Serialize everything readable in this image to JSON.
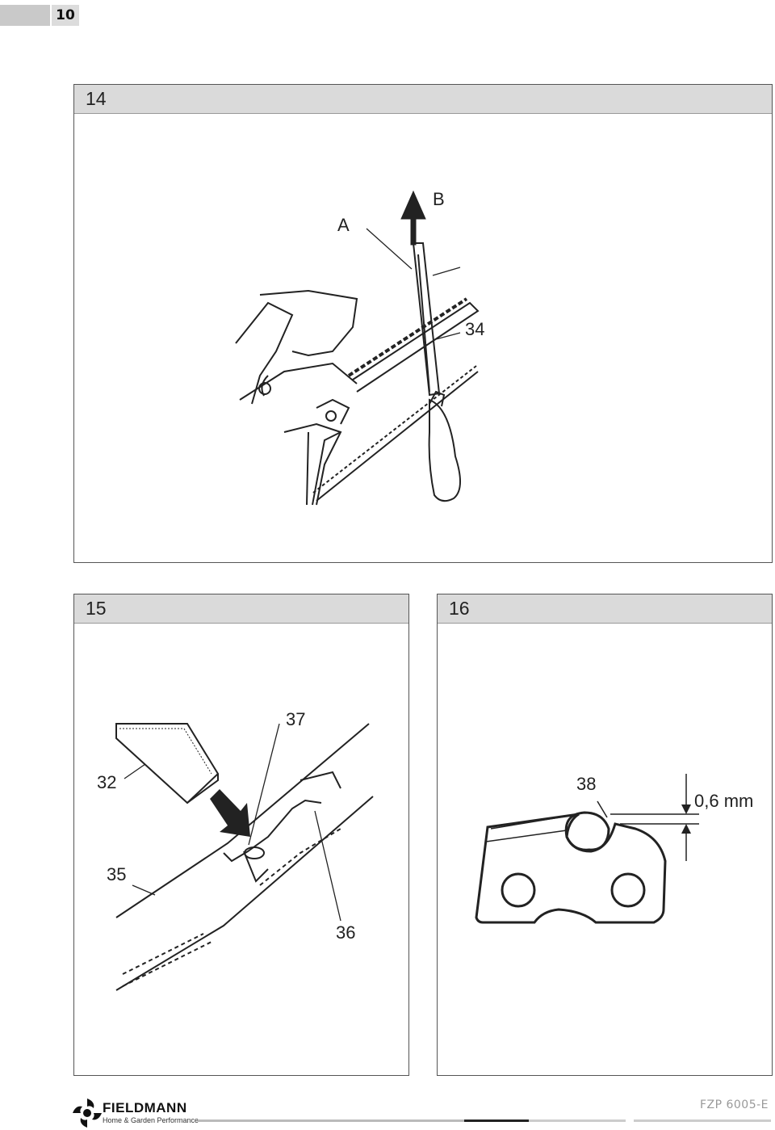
{
  "page_number": "10",
  "panels": {
    "fig14": {
      "number": "14",
      "labels": {
        "a": "A",
        "b": "B",
        "part34": "34"
      }
    },
    "fig15": {
      "number": "15",
      "labels": {
        "p37": "37",
        "p32": "32",
        "p35": "35",
        "p36": "36"
      }
    },
    "fig16": {
      "number": "16",
      "labels": {
        "p38": "38",
        "measure": "0,6 mm"
      }
    }
  },
  "footer": {
    "brand": "FIELDMANN",
    "tagline": "Home & Garden Performance",
    "model": "FZP 6005-E"
  }
}
